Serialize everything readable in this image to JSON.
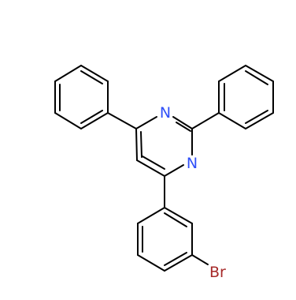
{
  "molecule": {
    "atoms": [
      {
        "id": "n1",
        "symbol": "N",
        "color": "#3050f8"
      },
      {
        "id": "n3",
        "symbol": "N",
        "color": "#3050f8"
      },
      {
        "id": "br",
        "symbol": "Br",
        "color": "#a62929"
      }
    ]
  },
  "colors": {
    "background": "#ffffff",
    "bond": "#000000"
  }
}
